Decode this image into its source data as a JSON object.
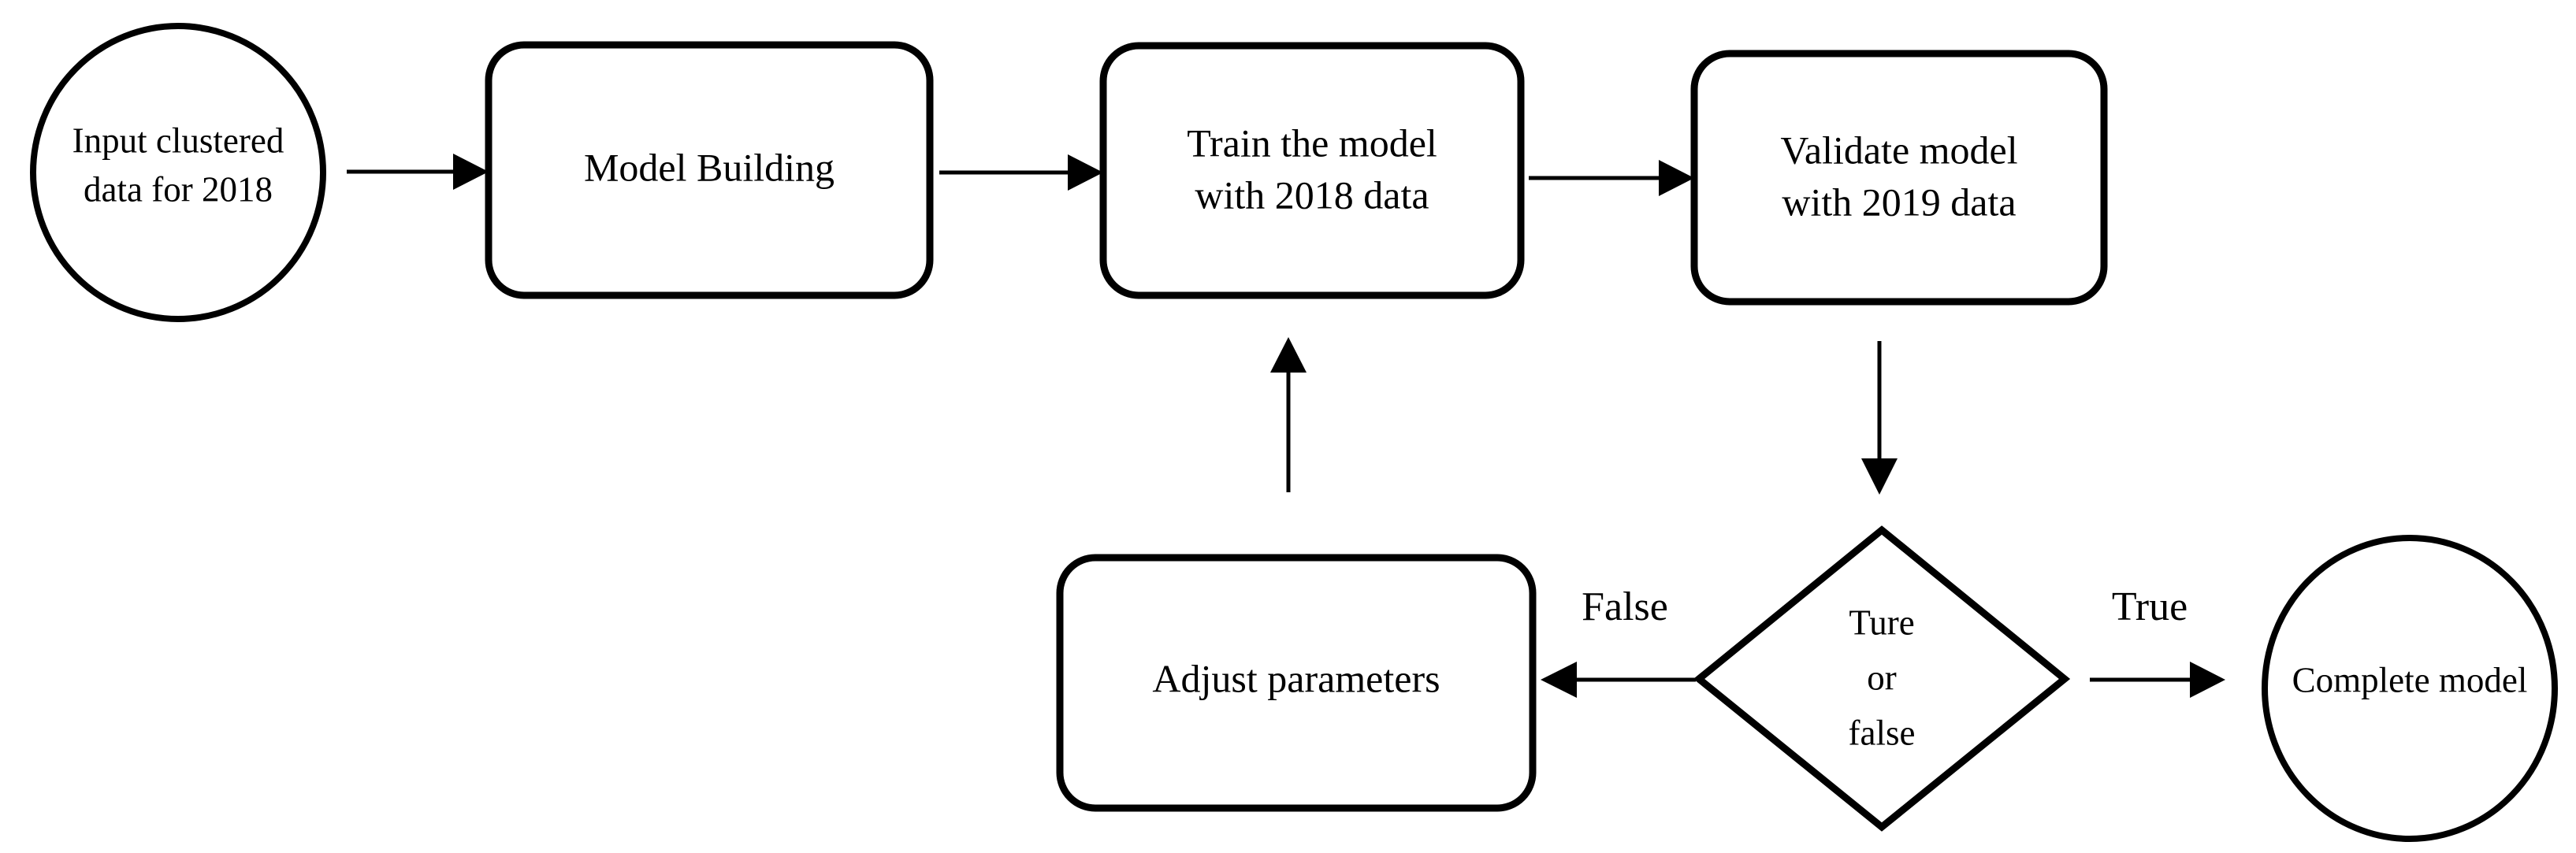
{
  "diagram": {
    "type": "flowchart",
    "title": "",
    "background_color": "#ffffff",
    "stroke_color": "#000000",
    "nodes": {
      "input_data": {
        "shape": "ellipse",
        "line1": "Input clustered",
        "line2": "data for 2018"
      },
      "model_building": {
        "shape": "rounded-rectangle",
        "line1": "Model Building",
        "line2": ""
      },
      "train_model": {
        "shape": "rounded-rectangle",
        "line1": "Train the model",
        "line2": "with 2018 data"
      },
      "validate_model": {
        "shape": "rounded-rectangle",
        "line1": "Validate model",
        "line2": "with 2019 data"
      },
      "decision": {
        "shape": "diamond",
        "line1": "Ture",
        "line2": "or",
        "line3": "false"
      },
      "adjust_parameters": {
        "shape": "rounded-rectangle",
        "line1": "Adjust parameters",
        "line2": ""
      },
      "complete_model": {
        "shape": "ellipse",
        "line1": "Complete model",
        "line2": ""
      }
    },
    "edge_labels": {
      "false_branch": "False",
      "true_branch": "True"
    }
  }
}
